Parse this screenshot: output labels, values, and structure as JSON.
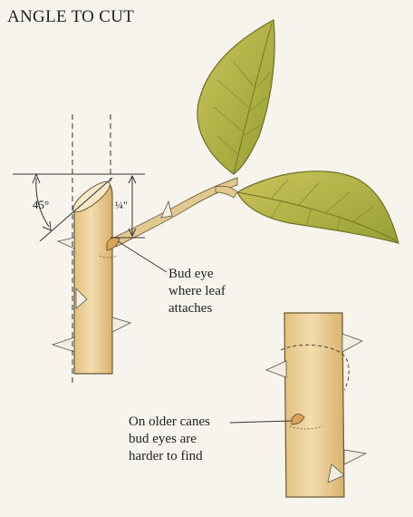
{
  "title": "ANGLE TO CUT",
  "labels": {
    "angle": "45°",
    "measure": "¼\"",
    "bud_eye_line1": "Bud eye",
    "bud_eye_line2": "where leaf",
    "bud_eye_line3": "attaches",
    "older_line1": "On older canes",
    "older_line2": "bud eyes are",
    "older_line3": "harder to find"
  },
  "colors": {
    "background": "#f7f4ee",
    "cane": "#efd5a0",
    "cane_shade": "#d9b46e",
    "leaf": "#b9b946",
    "leaf_dark": "#8f9330",
    "ink": "#222222"
  }
}
